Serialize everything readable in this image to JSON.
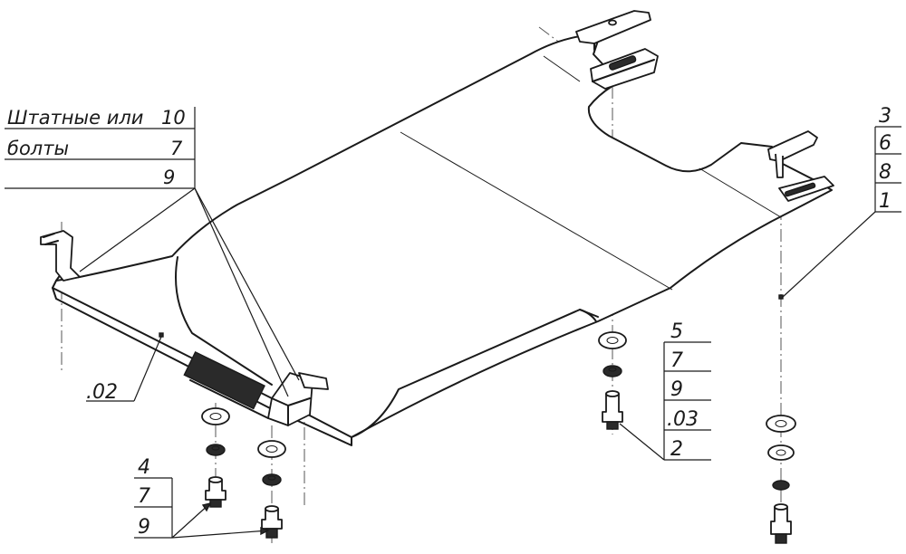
{
  "callouts": {
    "top_left": {
      "row1_text": "Штатные или",
      "row1_num": "10",
      "row2_text": "болты",
      "row2_num": "7",
      "row3_num": "9"
    },
    "bracket_left": {
      "label": ".02"
    },
    "right_stack": {
      "items": [
        "3",
        "6",
        "8",
        "1"
      ]
    },
    "middle_stack": {
      "items": [
        "5",
        "7",
        "9",
        ".03",
        "2"
      ]
    },
    "bottom_left_stack": {
      "items": [
        "4",
        "7",
        "9"
      ]
    }
  },
  "colors": {
    "line": "#1a1a1a",
    "background": "#ffffff"
  }
}
